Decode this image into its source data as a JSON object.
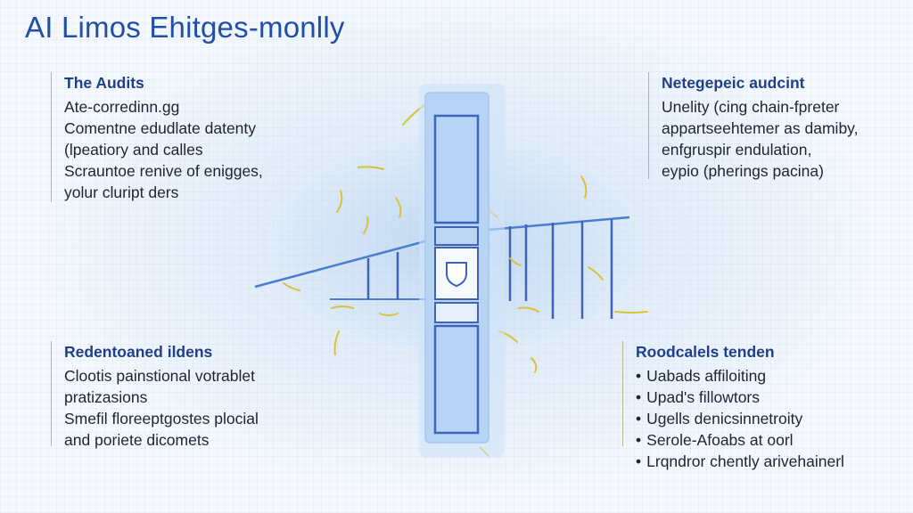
{
  "title": "AI Limos Ehitges-monlly",
  "panels": {
    "top_left": {
      "heading": "The Audits",
      "lines": [
        "Ate-corredinn.gg",
        "Comentne edudlate datenty",
        "(lpeatiory and calles",
        "Scrauntoe renive of enigges,",
        "yolur cluript ders"
      ]
    },
    "top_right": {
      "heading": "Netegepeic audcint",
      "lines": [
        "Unelity (cing chain-fpreter",
        "appartseehtemer as damiby,",
        "enfgruspir endulation,",
        "eypio (pherings pacina)"
      ]
    },
    "bottom_left": {
      "heading": "Redentoaned ildens",
      "lines": [
        "Clootis painstional votrablet",
        "pratizasions",
        "Smefil floreeptgostes plocial",
        "and poriete dicomets"
      ]
    },
    "bottom_right": {
      "heading": "Roodcalels tenden",
      "items": [
        "Uabads affiloiting",
        "Upad's fillowtors",
        "Ugells denicsinnetroity",
        "Serole-Afoabs at oorl",
        "Lrqndror chently arivehainerl"
      ]
    }
  },
  "colors": {
    "title": "#1f4fa6",
    "heading": "#1f3f8c",
    "device_fill": "#b8d4f4",
    "device_stroke": "#3f63b8",
    "connector": "#4a7fd0",
    "accent_sparks": "#d8c23a"
  },
  "icons": {
    "device": "shield-tower-icon",
    "shield": "shield-icon"
  }
}
